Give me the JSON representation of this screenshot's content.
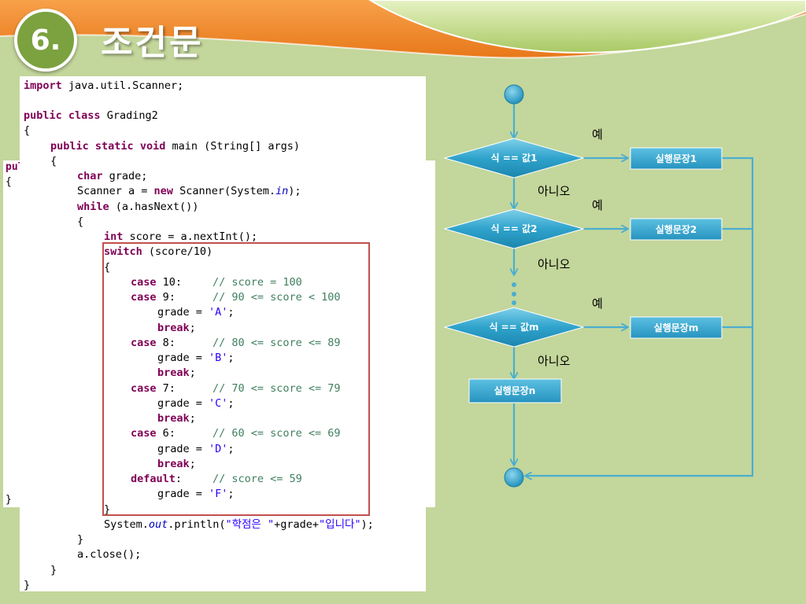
{
  "slide": {
    "number": "6.",
    "title": "조건문",
    "colors": {
      "background": "#c3d69b",
      "accent_orange": "#f08a24",
      "flow_blue": "#31a2c9",
      "highlight_red": "#c0504d"
    }
  },
  "code_background": {
    "lines": [
      "pul",
      "{",
      "}"
    ]
  },
  "code": {
    "l01": {
      "kw": "import",
      "rest": " java.util.Scanner;"
    },
    "l03": {
      "kw1": "public",
      "kw2": "class",
      "rest": " Grading2"
    },
    "l04": "{",
    "l05": {
      "kw1": "public",
      "kw2": "static",
      "kw3": "void",
      "rest": " main (String[] args)"
    },
    "l06": "{",
    "l07": {
      "kw": "char",
      "rest": " grade;"
    },
    "l08": {
      "pre": "Scanner a = ",
      "kw": "new",
      "mid": " Scanner(System.",
      "it": "in",
      "post": ");"
    },
    "l09": {
      "kw": "while",
      "rest": " (a.hasNext())"
    },
    "l10": "{",
    "l11": {
      "kw": "int",
      "rest": " score = a.nextInt();"
    },
    "l12": {
      "kw": "switch",
      "rest": " (score/10)"
    },
    "l13": "{",
    "l14": {
      "kw": "case",
      "val": " 10:",
      "cm": "// score = 100"
    },
    "l15": {
      "kw": "case",
      "val": " 9:",
      "cm": "// 90 <= score < 100"
    },
    "l16": {
      "pre": "grade = ",
      "st": "'A'",
      "post": ";"
    },
    "l17": {
      "kw": "break",
      "post": ";"
    },
    "l18": {
      "kw": "case",
      "val": " 8:",
      "cm": "// 80 <= score <= 89"
    },
    "l19": {
      "pre": "grade = ",
      "st": "'B'",
      "post": ";"
    },
    "l20": {
      "kw": "break",
      "post": ";"
    },
    "l21": {
      "kw": "case",
      "val": " 7:",
      "cm": "// 70 <= score <= 79"
    },
    "l22": {
      "pre": "grade = ",
      "st": "'C'",
      "post": ";"
    },
    "l23": {
      "kw": "break",
      "post": ";"
    },
    "l24": {
      "kw": "case",
      "val": " 6:",
      "cm": "// 60 <= score <= 69"
    },
    "l25": {
      "pre": "grade = ",
      "st": "'D'",
      "post": ";"
    },
    "l26": {
      "kw": "break",
      "post": ";"
    },
    "l27": {
      "kw": "default",
      "val": ":",
      "cm": "// score <= 59"
    },
    "l28": {
      "pre": "grade = ",
      "st": "'F'",
      "post": ";"
    },
    "l29": "}",
    "l30": {
      "pre": "System.",
      "it": "out",
      "mid": ".println(",
      "st1": "\"학점은 \"",
      "mid2": "+grade+",
      "st2": "\"입니다\"",
      "post": ");"
    },
    "l31": "}",
    "l32": "a.close();",
    "l33": "}",
    "l34": "}"
  },
  "flowchart": {
    "cond1": "식 == 값1",
    "cond2": "식 == 값2",
    "condm": "식 == 값m",
    "stmt1": "실행문장1",
    "stmt2": "실행문장2",
    "stmtm": "실행문장m",
    "stmtn": "실행문장n",
    "yes": "예",
    "no": "아니오"
  }
}
